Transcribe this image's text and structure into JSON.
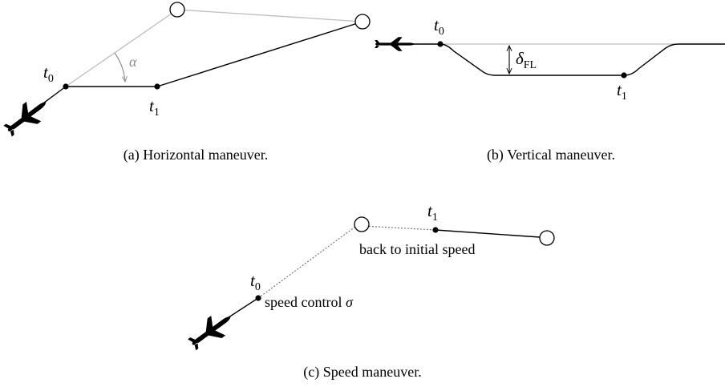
{
  "panel_a": {
    "t0": {
      "base": "t",
      "sub": "0"
    },
    "t1": {
      "base": "t",
      "sub": "1"
    },
    "angle_label": "α",
    "caption": "(a) Horizontal maneuver."
  },
  "panel_b": {
    "t0": {
      "base": "t",
      "sub": "0"
    },
    "t1": {
      "base": "t",
      "sub": "1"
    },
    "delta_label": {
      "base": "δ",
      "sub": "FL"
    },
    "caption": "(b) Vertical maneuver."
  },
  "panel_c": {
    "t0": {
      "base": "t",
      "sub": "0"
    },
    "t1": {
      "base": "t",
      "sub": "1"
    },
    "speed_control_text": "speed control",
    "sigma": "σ",
    "back_text": "back to initial speed",
    "caption": "(c) Speed maneuver."
  },
  "colors": {
    "ink": "#000000",
    "grey": "#bdbdbd",
    "mid_grey": "#8a8a8a"
  }
}
